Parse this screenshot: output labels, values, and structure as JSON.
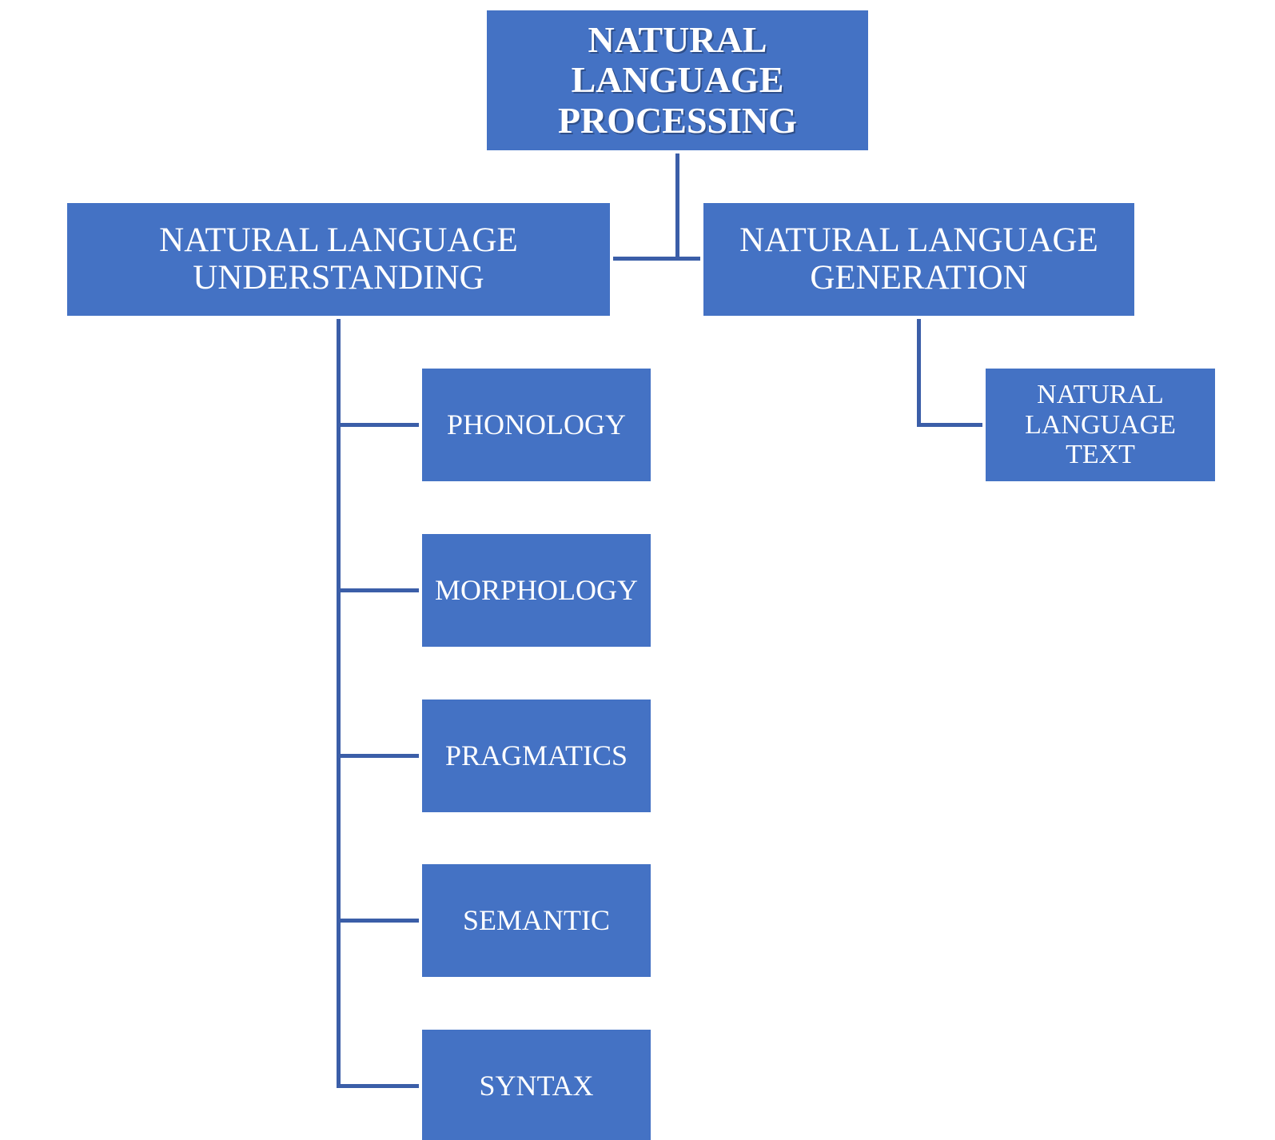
{
  "colors": {
    "box_fill": "#4472c4",
    "connector": "#3b5ea8",
    "text": "#ffffff",
    "background": "#ffffff"
  },
  "root": {
    "label": "NATURAL\nLANGUAGE\nPROCESSING"
  },
  "nlu": {
    "label": "NATURAL LANGUAGE\nUNDERSTANDING",
    "children": [
      "PHONOLOGY",
      "MORPHOLOGY",
      "PRAGMATICS",
      "SEMANTIC",
      "SYNTAX"
    ]
  },
  "nlg": {
    "label": "NATURAL LANGUAGE\nGENERATION",
    "children": [
      "NATURAL\nLANGUAGE\nTEXT"
    ]
  }
}
